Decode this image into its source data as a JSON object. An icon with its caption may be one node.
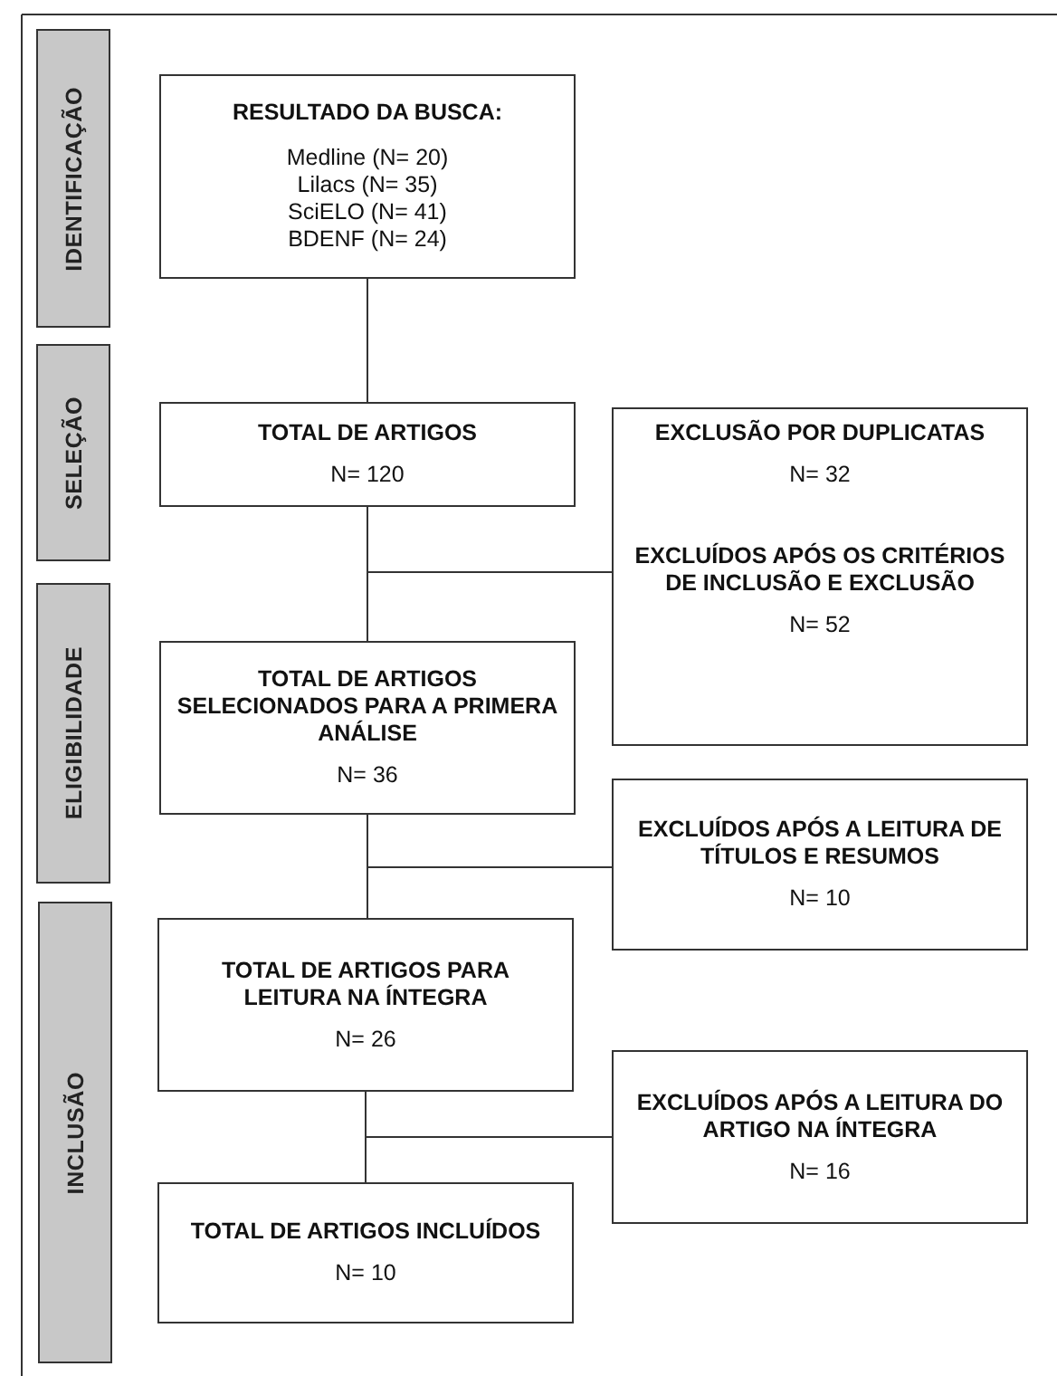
{
  "diagram": {
    "nodes": [
      {
        "text": [
          "IDENTIFICAÇÃO"
        ]
      },
      {
        "text": [
          "SELEÇÃO"
        ]
      },
      {
        "text": [
          "ELIGIBILIDADE"
        ]
      },
      {
        "text": [
          "INCLUSÃO"
        ]
      },
      {
        "text": [
          "RESULTADO DA BUSCA:",
          "Medline (N= 20)",
          "Lilacs (N= 35)",
          "SciELO (N= 41)",
          "BDENF (N= 24)"
        ]
      },
      {
        "text": [
          "TOTAL DE ARTIGOS",
          "N= 120"
        ]
      },
      {
        "text": [
          "EXCLUSÃO POR DUPLICATAS",
          "N= 32",
          "EXCLUÍDOS APÓS OS CRITÉRIOS DE INCLUSÃO E EXCLUSÃO",
          "N= 52"
        ]
      },
      {
        "text": [
          "TOTAL DE ARTIGOS SELECIONADOS PARA A PRIMERA ANÁLISE",
          "N= 36"
        ]
      },
      {
        "text": [
          "EXCLUÍDOS APÓS A LEITURA DE TÍTULOS E RESUMOS",
          "N= 10"
        ]
      },
      {
        "text": [
          "TOTAL DE ARTIGOS PARA LEITURA NA ÍNTEGRA",
          "N= 26"
        ]
      },
      {
        "text": [
          "EXCLUÍDOS APÓS A LEITURA DO ARTIGO NA ÍNTEGRA",
          "N= 16"
        ]
      },
      {
        "text": [
          "TOTAL DE ARTIGOS INCLUÍDOS",
          "N= 10"
        ]
      }
    ],
    "edges": [
      {
        "from": 4,
        "to": 5,
        "arrow": "none"
      },
      {
        "from": 5,
        "to": 7,
        "arrow": "none"
      },
      {
        "from": 5,
        "to": 6,
        "arrow": "none"
      },
      {
        "from": 7,
        "to": 9,
        "arrow": "none"
      },
      {
        "from": 7,
        "to": 8,
        "arrow": "none"
      },
      {
        "from": 9,
        "to": 11,
        "arrow": "none"
      },
      {
        "from": 9,
        "to": 10,
        "arrow": "none"
      }
    ]
  }
}
